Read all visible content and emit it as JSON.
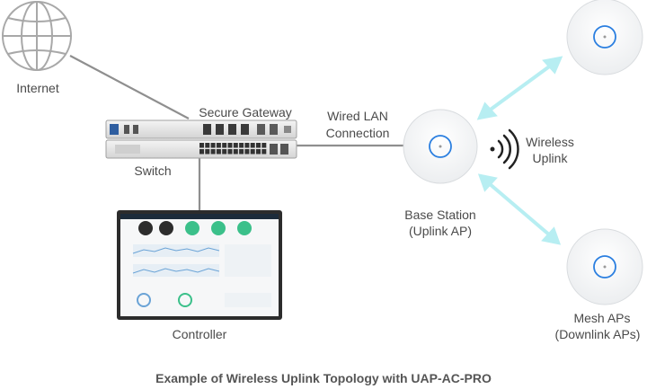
{
  "labels": {
    "internet": "Internet",
    "secure_gateway": "Secure Gateway",
    "switch": "Switch",
    "wired_lan_line1": "Wired LAN",
    "wired_lan_line2": "Connection",
    "wireless_line1": "Wireless",
    "wireless_line2": "Uplink",
    "base_station_line1": "Base Station",
    "base_station_line2": "(Uplink AP)",
    "mesh_line1": "Mesh APs",
    "mesh_line2": "(Downlink APs)",
    "controller": "Controller"
  },
  "caption": "Example of Wireless Uplink Topology with UAP-AC-PRO",
  "icons": {
    "internet": "globe-icon",
    "wireless": "wireless-signal-icon",
    "access_point": "access-point-icon"
  },
  "colors": {
    "arrow": "#b7eef2",
    "ap_ring": "#2b7fe0",
    "line": "#8f8f8f",
    "text": "#4a4a4a"
  }
}
